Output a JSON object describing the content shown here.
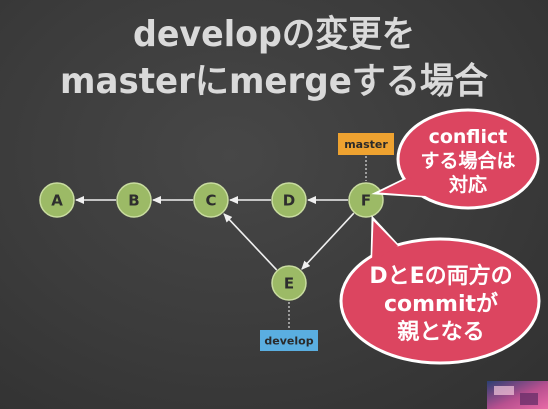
{
  "slide": {
    "title_line1": "developの変更を",
    "title_line2": "masterにmergeする場合"
  },
  "graph": {
    "nodes": {
      "a": "A",
      "b": "B",
      "c": "C",
      "d": "D",
      "e": "E",
      "f": "F"
    },
    "branches": {
      "master": "master",
      "develop": "develop"
    }
  },
  "callouts": {
    "conflict": [
      "conflict",
      "する場合は",
      "対応"
    ],
    "parents": [
      "DとEの両方の",
      "commitが",
      "親となる"
    ]
  },
  "colors": {
    "title": "#dadada",
    "node_fill": "#9cba66",
    "node_text": "#2e2e2e",
    "callout_fill": "#dc4560",
    "callout_text": "#ffffff",
    "master_label": "#eea230",
    "develop_label": "#5aaee0",
    "branch_text": "#2a2a2a"
  }
}
